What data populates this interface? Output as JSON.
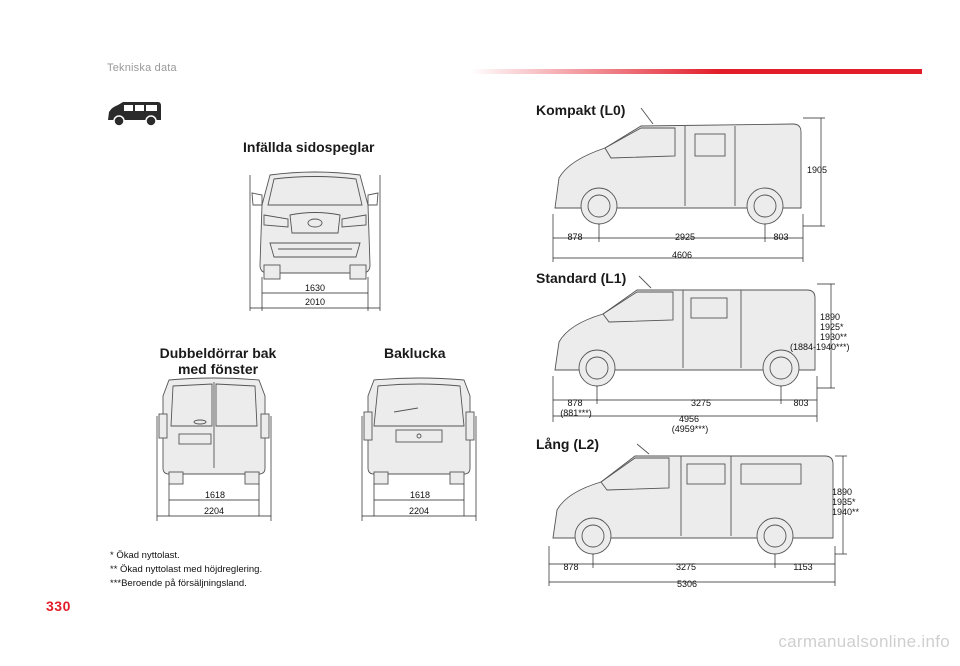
{
  "header": {
    "section_title": "Tekniska data",
    "page_number": "330",
    "accent_color": "#e21d2a"
  },
  "front_view": {
    "title": "Infällda sidospeglar",
    "width_label": "1630",
    "total_label": "2010"
  },
  "rear_doors": {
    "title_line1": "Dubbeldörrar bak",
    "title_line2": "med fönster",
    "width_label": "1618",
    "total_label": "2204"
  },
  "tailgate": {
    "title": "Baklucka",
    "width_label": "1618",
    "total_label": "2204"
  },
  "compact": {
    "title": "Kompakt (L0)",
    "front": "878",
    "wheelbase": "2925",
    "rear": "803",
    "length": "4606",
    "height": "1905"
  },
  "standard": {
    "title": "Standard (L1)",
    "front": "878",
    "front_note": "(881***)",
    "wheelbase": "3275",
    "rear": "803",
    "length": "4956",
    "length_note": "(4959***)",
    "height_1": "1890",
    "height_2": "1925*",
    "height_3": "1930**",
    "height_4": "(1884-1940***)"
  },
  "long": {
    "title": "Lång (L2)",
    "front": "878",
    "wheelbase": "3275",
    "rear": "1153",
    "length": "5306",
    "height_1": "1890",
    "height_2": "1935*",
    "height_3": "1940**"
  },
  "footnotes": {
    "note_1": "* Ökad nyttolast.",
    "note_2": "** Ökad nyttolast med höjdreglering.",
    "note_3": "***Beroende på försäljningsland."
  },
  "watermark": "carmanualsonline.info",
  "icons": [
    "van-pictogram-icon"
  ]
}
